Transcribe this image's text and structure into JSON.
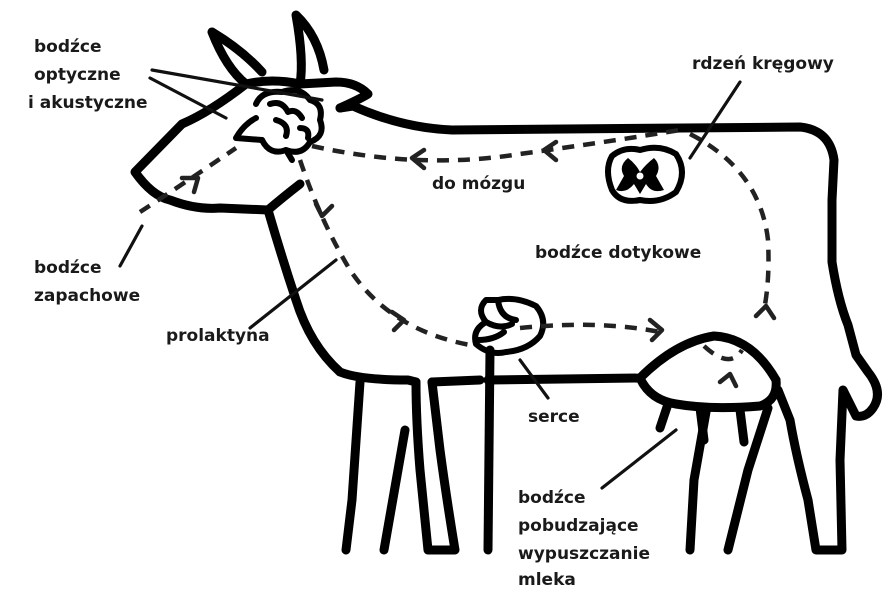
{
  "colors": {
    "stroke": "#000000",
    "text": "#1a1a1a",
    "background": "#ffffff"
  },
  "labels": {
    "optic_line1": "bodźce",
    "optic_line2": "optyczne",
    "optic_line3": "i akustyczne",
    "spinal": "rdzeń kręgowy",
    "to_brain": "do mózgu",
    "touch": "bodźce dotykowe",
    "smell_line1": "bodźce",
    "smell_line2": "zapachowe",
    "prolactin": "prolaktyna",
    "heart": "serce",
    "milk_line1": "bodźce",
    "milk_line2": "pobudzające",
    "milk_line3": "wypuszczanie",
    "milk_line4": "mleka"
  },
  "icons": [
    "brain-icon",
    "spinal-cord-section-icon",
    "heart-icon",
    "udder"
  ]
}
